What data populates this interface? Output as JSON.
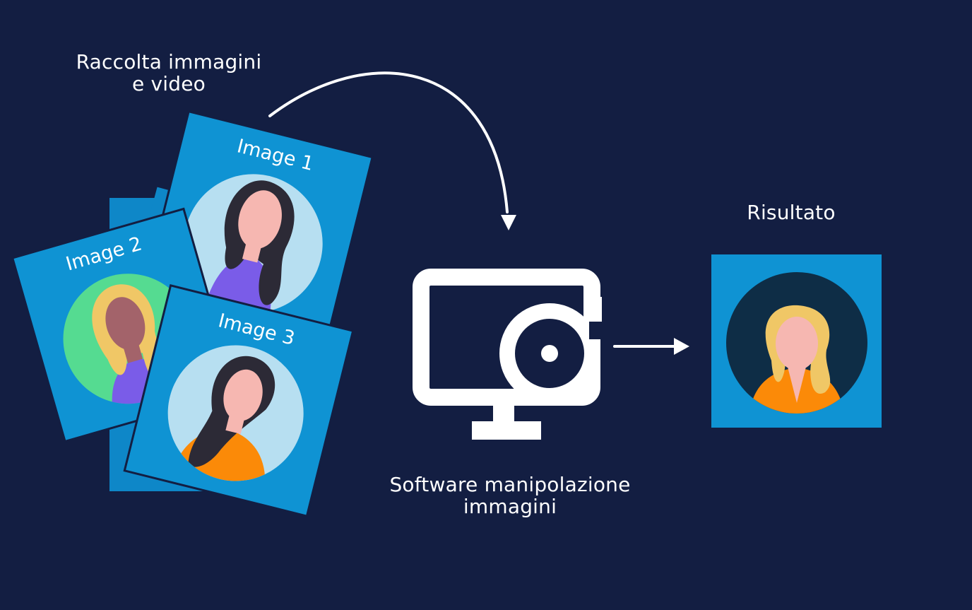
{
  "labels": {
    "collection_line1": "Raccolta immagini",
    "collection_line2": "e video",
    "software_line1": "Software manipolazione",
    "software_line2": "immagini",
    "result": "Risultato"
  },
  "cards": [
    {
      "title": "Image 1"
    },
    {
      "title": "Image 2"
    },
    {
      "title": "Image 3"
    }
  ],
  "colors": {
    "background": "#131e42",
    "card_blue": "#0f93d3",
    "card_blue_dark": "#0e87c8",
    "avatar_light": "#b7dff1",
    "avatar_green": "#55db91",
    "avatar_navy": "#0e2d46",
    "skin": "#f6b7b1",
    "hair_dark": "#2c2a36",
    "hair_blonde": "#f0c766",
    "hair_brown": "#a3636a",
    "shirt_purple": "#7a5ce8",
    "shirt_orange": "#fb8a08",
    "white": "#ffffff"
  },
  "icons": [
    "curved-arrow-icon",
    "monitor-magnifier-icon",
    "right-arrow-icon"
  ]
}
